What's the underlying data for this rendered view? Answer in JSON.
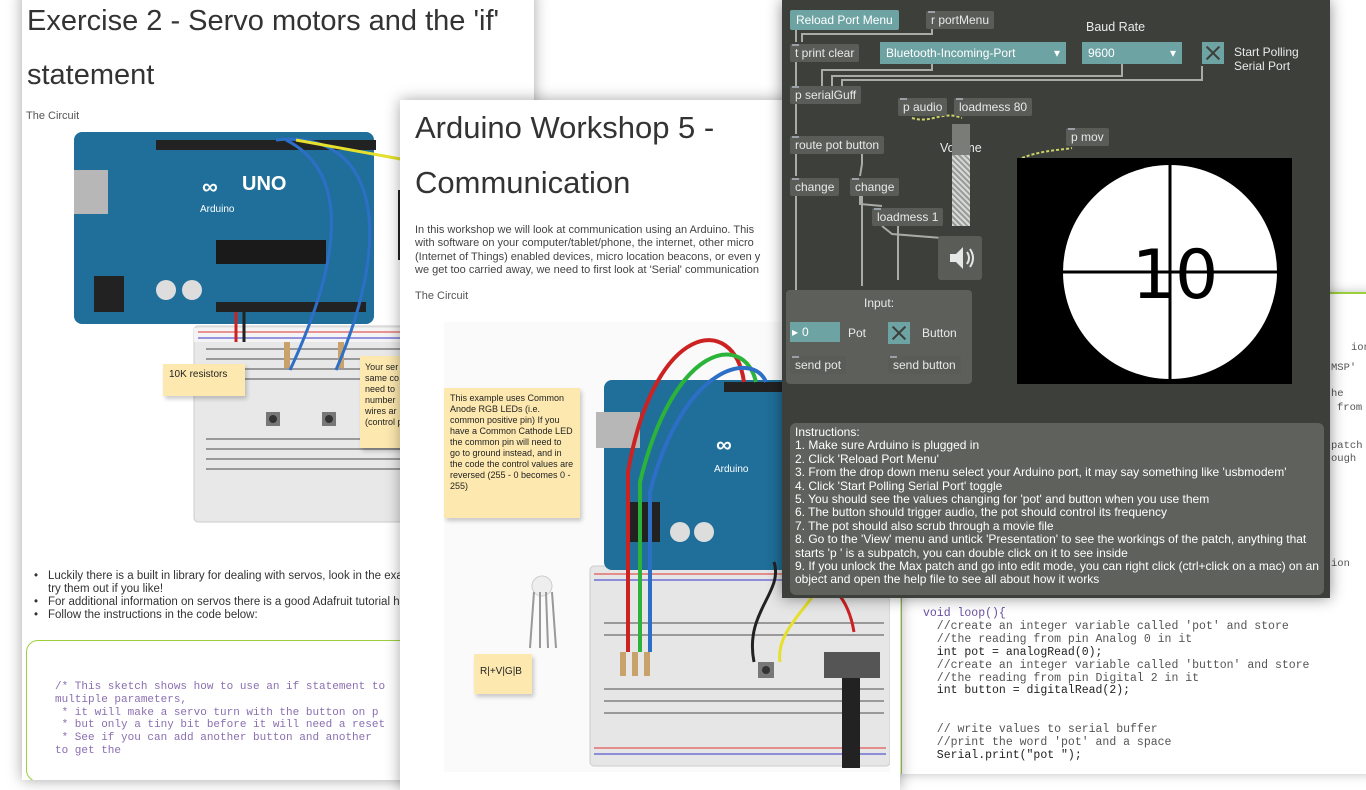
{
  "doc_back": {
    "title": "Exercise 2 - Servo motors and the 'if' statement",
    "subhead": "The Circuit",
    "board_label": "Arduino",
    "board_model": "UNO",
    "resistor_note": "10K resistors",
    "side_note": "Your ser same co need to number wires ar (control pin)",
    "bullets": [
      "Luckily there is a built in library for dealing with servos, look in the exa and 'Sweep' sketches, try them out if you like!",
      "For additional information on servos there is a good Adafruit tutorial h",
      "Follow the instructions in the code below:"
    ],
    "code": "/* This sketch shows how to use an if statement to\nmultiple parameters,\n * it will make a servo turn with the button on p\n * but only a tiny bit before it will need a reset\n * See if you can add another button and another \nto get the"
  },
  "doc_mid": {
    "title": "Arduino Workshop 5 - Communication",
    "para": [
      "In this workshop we will look at communication using an Arduino. This",
      "with software on your computer/tablet/phone, the internet, other micro",
      "(Internet of Things) enabled devices, micro location beacons, or even y",
      "we get too carried away, we need to first look at 'Serial' communication"
    ],
    "subhead": "The Circuit",
    "led_note": "This example uses Common Anode RGB LEDs (i.e. common positive pin) If you have a Common Cathode LED the common pin will need to go to ground instead, and in the code the control values are reversed (255 - 0 becomes 0 - 255)",
    "led_legend": "R|+V|G|B",
    "board_label": "Arduino"
  },
  "doc_code": {
    "edge_text": [
      "ion",
      "MSP'",
      "he",
      "from",
      "patch",
      "ough",
      "ion"
    ],
    "code_lines": [
      {
        "t": "void loop(){",
        "k": "kw"
      },
      {
        "t": "  //create an integer variable called 'pot' and store",
        "k": "cm"
      },
      {
        "t": "  //the reading from pin Analog 0 in it",
        "k": "cm"
      },
      {
        "t": "  int pot = analogRead(0);",
        "k": ""
      },
      {
        "t": "  //create an integer variable called 'button' and store",
        "k": "cm"
      },
      {
        "t": "  //the reading from pin Digital 2 in it",
        "k": "cm"
      },
      {
        "t": "  int button = digitalRead(2);",
        "k": ""
      },
      {
        "t": "",
        "k": ""
      },
      {
        "t": "",
        "k": ""
      },
      {
        "t": "  // write values to serial buffer",
        "k": "cm"
      },
      {
        "t": "  //print the word 'pot' and a space",
        "k": "cm"
      },
      {
        "t": "  Serial.print(\"pot \");",
        "k": ""
      }
    ]
  },
  "patch": {
    "reload_button": "Reload Port Menu",
    "r_portmenu": "r portMenu",
    "baud_label": "Baud Rate",
    "t_print_clear": "t print clear",
    "port_menu_value": "Bluetooth-Incoming-Port",
    "baud_menu_value": "9600",
    "start_polling": "Start Polling Serial Port",
    "p_serialguff": "p serialGuff",
    "p_audio": "p audio",
    "loadmess_80": "loadmess 80",
    "p_mov": "p mov",
    "route": "route pot button",
    "volume_label": "Volume",
    "volume_level": 0.7,
    "change_1": "change",
    "change_2": "change",
    "loadmess_1": "loadmess 1",
    "input_label": "Input:",
    "pot_value": "0",
    "pot_label": "Pot",
    "button_label": "Button",
    "send_pot": "send pot",
    "send_button": "send button",
    "movie_number": "10",
    "instructions": [
      "Instructions:",
      "1. Make sure Arduino is plugged in",
      "2. Click 'Reload Port Menu'",
      "3. From the drop down menu select your Arduino port, it may say something like 'usbmodem'",
      "4. Click 'Start Polling Serial Port' toggle",
      "5. You should see the values changing for 'pot' and button when you use them",
      "6. The button should trigger audio, the pot should control its frequency",
      "7. The pot should also scrub through a movie file",
      "8. Go to the 'View' menu and untick 'Presentation' to see the workings of the patch, anything that",
      "starts 'p ' is a subpatch, you can double click on it to see inside",
      "9. If you unlock the Max patch and go into edit mode, you can right click (ctrl+click on a mac) on an",
      "object and open the help file to see all about how it works"
    ],
    "colors": {
      "bg": "#3d3f3a",
      "accent": "#6ea3a3",
      "box": "#5a5d57"
    }
  }
}
